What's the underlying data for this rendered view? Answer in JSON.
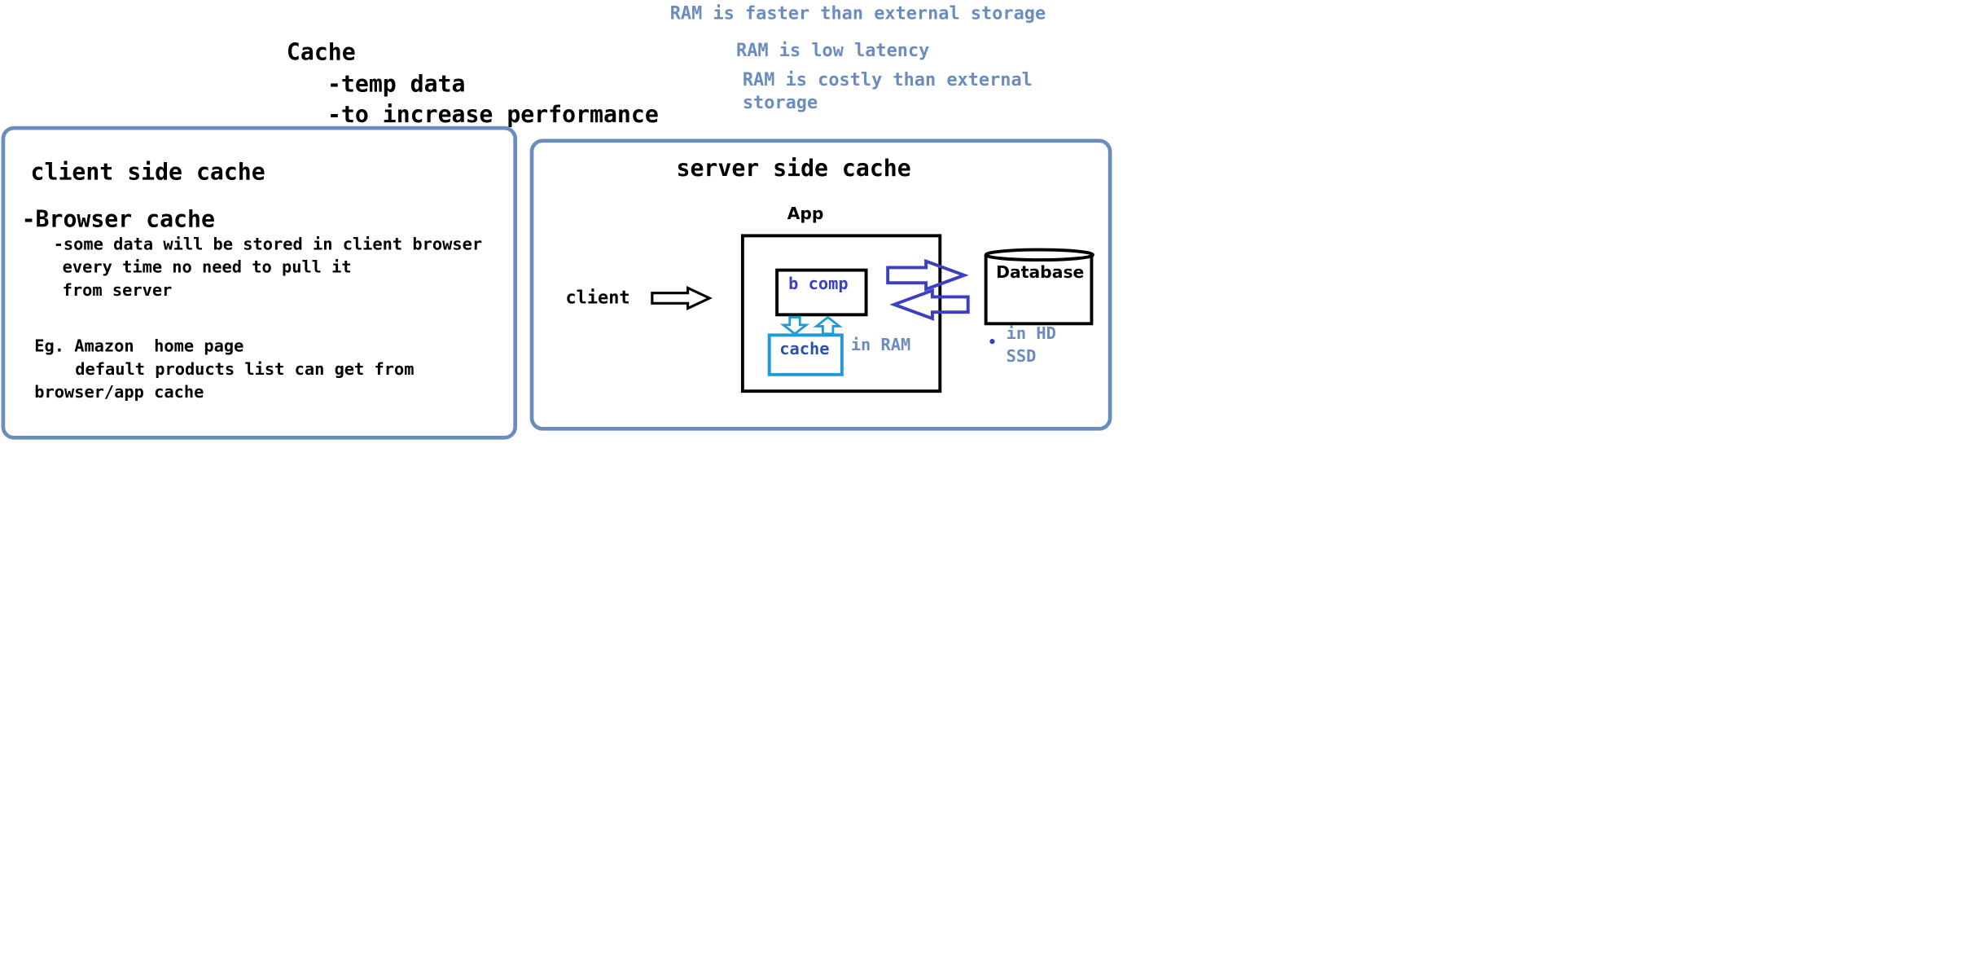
{
  "notes": {
    "ram_faster": "RAM is faster than external storage",
    "ram_latency": "RAM is low latency",
    "ram_costly_1": "RAM is costly than external",
    "ram_costly_2": "storage"
  },
  "intro": {
    "title": "Cache",
    "point1": "-temp data",
    "point2": "-to increase performance"
  },
  "client_panel": {
    "heading": "client side cache",
    "subheading": "-Browser cache",
    "line1": "-some data will be stored in client browser",
    "line2": "every time no need to pull it",
    "line3": "from server",
    "example1": "Eg. Amazon  home page",
    "example2": "default products list can get from",
    "example3": "browser/app cache"
  },
  "server_panel": {
    "heading": "server side cache",
    "app_label": "App",
    "client_label": "client",
    "component_label": "b comp",
    "cache_label": "cache",
    "in_ram_label": "in RAM",
    "database_label": "Database",
    "in_hd_label": "in HD",
    "ssd_label": "SSD"
  },
  "colors": {
    "panel_border": "#6b8cbf",
    "note_text": "#6b8cbf",
    "arrow_blue": "#3a3fc4",
    "cache_blue": "#1f9ad6"
  }
}
